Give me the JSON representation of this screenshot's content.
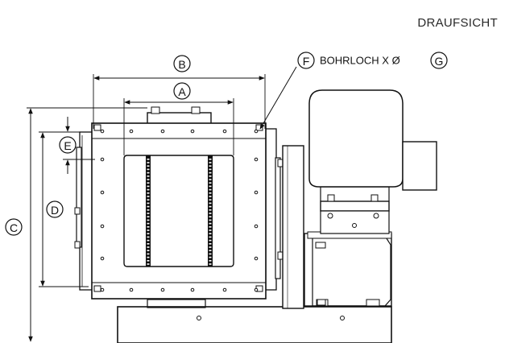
{
  "view_title": "DRAUFSICHT",
  "callouts": {
    "a": "A",
    "b": "B",
    "c": "C",
    "d": "D",
    "e": "E",
    "f": "F",
    "g": "G"
  },
  "hole_note": {
    "text": "BOHRLOCH X Ø"
  }
}
